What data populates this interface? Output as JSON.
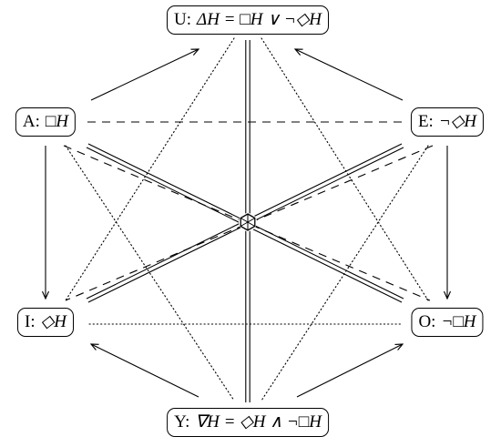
{
  "diagram": {
    "nodes": [
      {
        "id": "U",
        "label": "U:",
        "formula": "ΔH = □H ∨ ¬◇H"
      },
      {
        "id": "A",
        "label": "A:",
        "formula": "□H"
      },
      {
        "id": "E",
        "label": "E:",
        "formula": "¬◇H"
      },
      {
        "id": "I",
        "label": "I:",
        "formula": "◇H"
      },
      {
        "id": "O",
        "label": "O:",
        "formula": "¬□H"
      },
      {
        "id": "Y",
        "label": "Y:",
        "formula": "∇H = ◇H ∧ ¬□H"
      }
    ],
    "edges": [
      {
        "from": "A",
        "to": "E",
        "style": "dashed"
      },
      {
        "from": "A",
        "to": "O",
        "style": "dashed"
      },
      {
        "from": "E",
        "to": "I",
        "style": "dashed"
      },
      {
        "from": "I",
        "to": "O",
        "style": "dotted"
      },
      {
        "from": "U",
        "to": "I",
        "style": "dotted"
      },
      {
        "from": "U",
        "to": "O",
        "style": "dotted"
      },
      {
        "from": "A",
        "to": "Y",
        "style": "dotted"
      },
      {
        "from": "E",
        "to": "Y",
        "style": "dotted"
      },
      {
        "from": "U",
        "to": "Y",
        "style": "double"
      },
      {
        "from": "A",
        "to": "O",
        "style": "double"
      },
      {
        "from": "E",
        "to": "I",
        "style": "double"
      },
      {
        "from": "A",
        "to": "U",
        "style": "arrow"
      },
      {
        "from": "E",
        "to": "U",
        "style": "arrow"
      },
      {
        "from": "A",
        "to": "I",
        "style": "arrow"
      },
      {
        "from": "E",
        "to": "O",
        "style": "arrow"
      },
      {
        "from": "Y",
        "to": "I",
        "style": "arrow"
      },
      {
        "from": "Y",
        "to": "O",
        "style": "arrow"
      }
    ],
    "center_mark": "hexagon-icon"
  }
}
